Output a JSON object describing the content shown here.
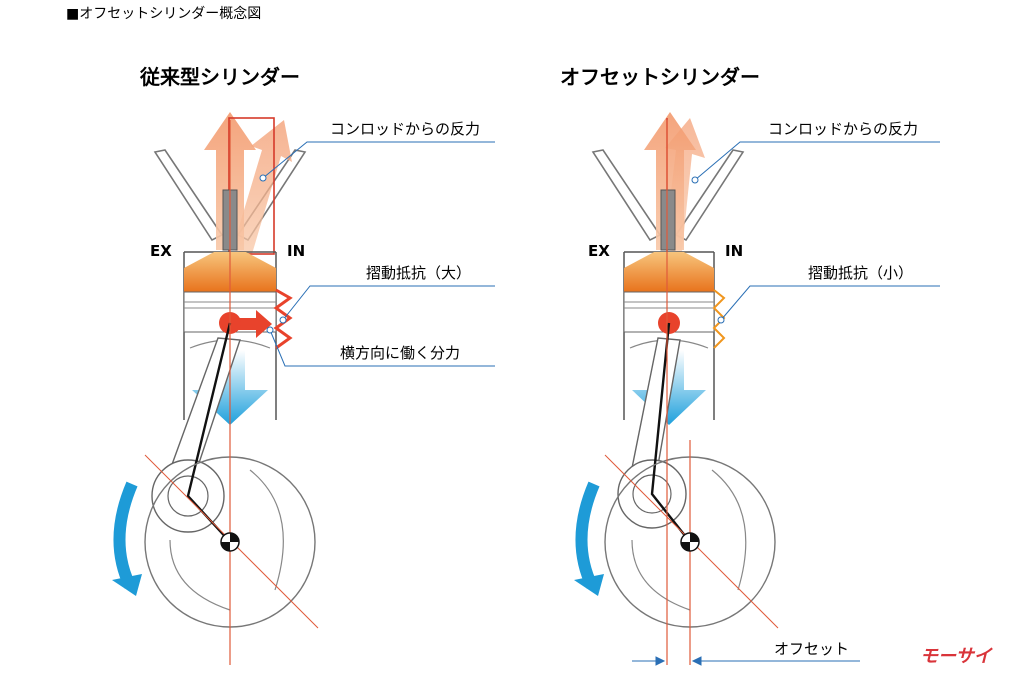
{
  "header": "■オフセットシリンダー概念図",
  "left": {
    "title": "従来型シリンダー",
    "ex": "EX",
    "in": "IN",
    "label_force": "コンロッドからの反力",
    "label_friction": "摺動抵抗（大）",
    "label_side": "横方向に働く分力"
  },
  "right": {
    "title": "オフセットシリンダー",
    "ex": "EX",
    "in": "IN",
    "label_force": "コンロッドからの反力",
    "label_friction": "摺動抵抗（小）",
    "label_offset": "オフセット"
  },
  "logo": "モーサイ",
  "colors": {
    "force_arrow": "#f5a27a",
    "piston_orange": "#f08a2a",
    "crank_pin": "#e8432c",
    "rotation_arrow": "#1e9bd7",
    "down_arrow": "#1ea0dc",
    "leader_line": "#2a6fb5",
    "centerline": "#e05a3a",
    "logo_red": "#d9343a"
  }
}
